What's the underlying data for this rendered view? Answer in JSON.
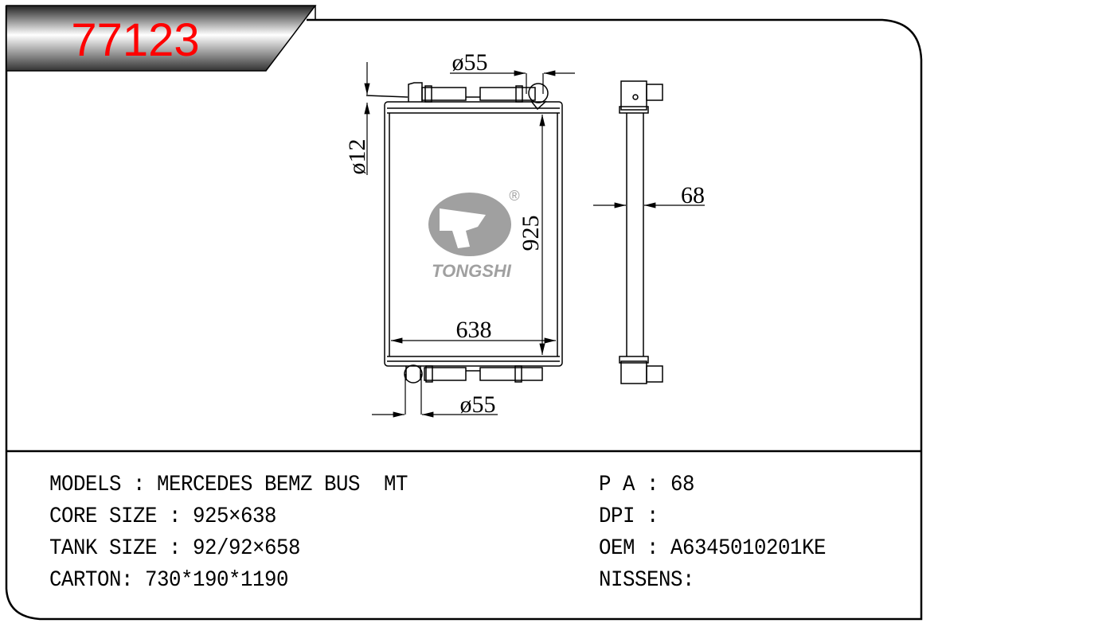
{
  "header": {
    "part_number": "77123",
    "part_number_color": "#ff0000"
  },
  "drawing": {
    "dim_top_pipe": "ø55",
    "dim_small_pipe": "ø12",
    "dim_core_height": "925",
    "dim_core_width": "638",
    "dim_bottom_pipe": "ø55",
    "dim_thickness": "68",
    "logo_text": "TONGSHI",
    "logo_registered": "®"
  },
  "specs": {
    "left": [
      "MODELS : MERCEDES BEMZ BUS  MT",
      "CORE SIZE : 925×638",
      "TANK SIZE : 92/92×658",
      "CARTON: 730*190*1190"
    ],
    "right": [
      "P A : 68",
      "DPI :",
      "OEM : A6345010201KE",
      "NISSENS:"
    ]
  }
}
